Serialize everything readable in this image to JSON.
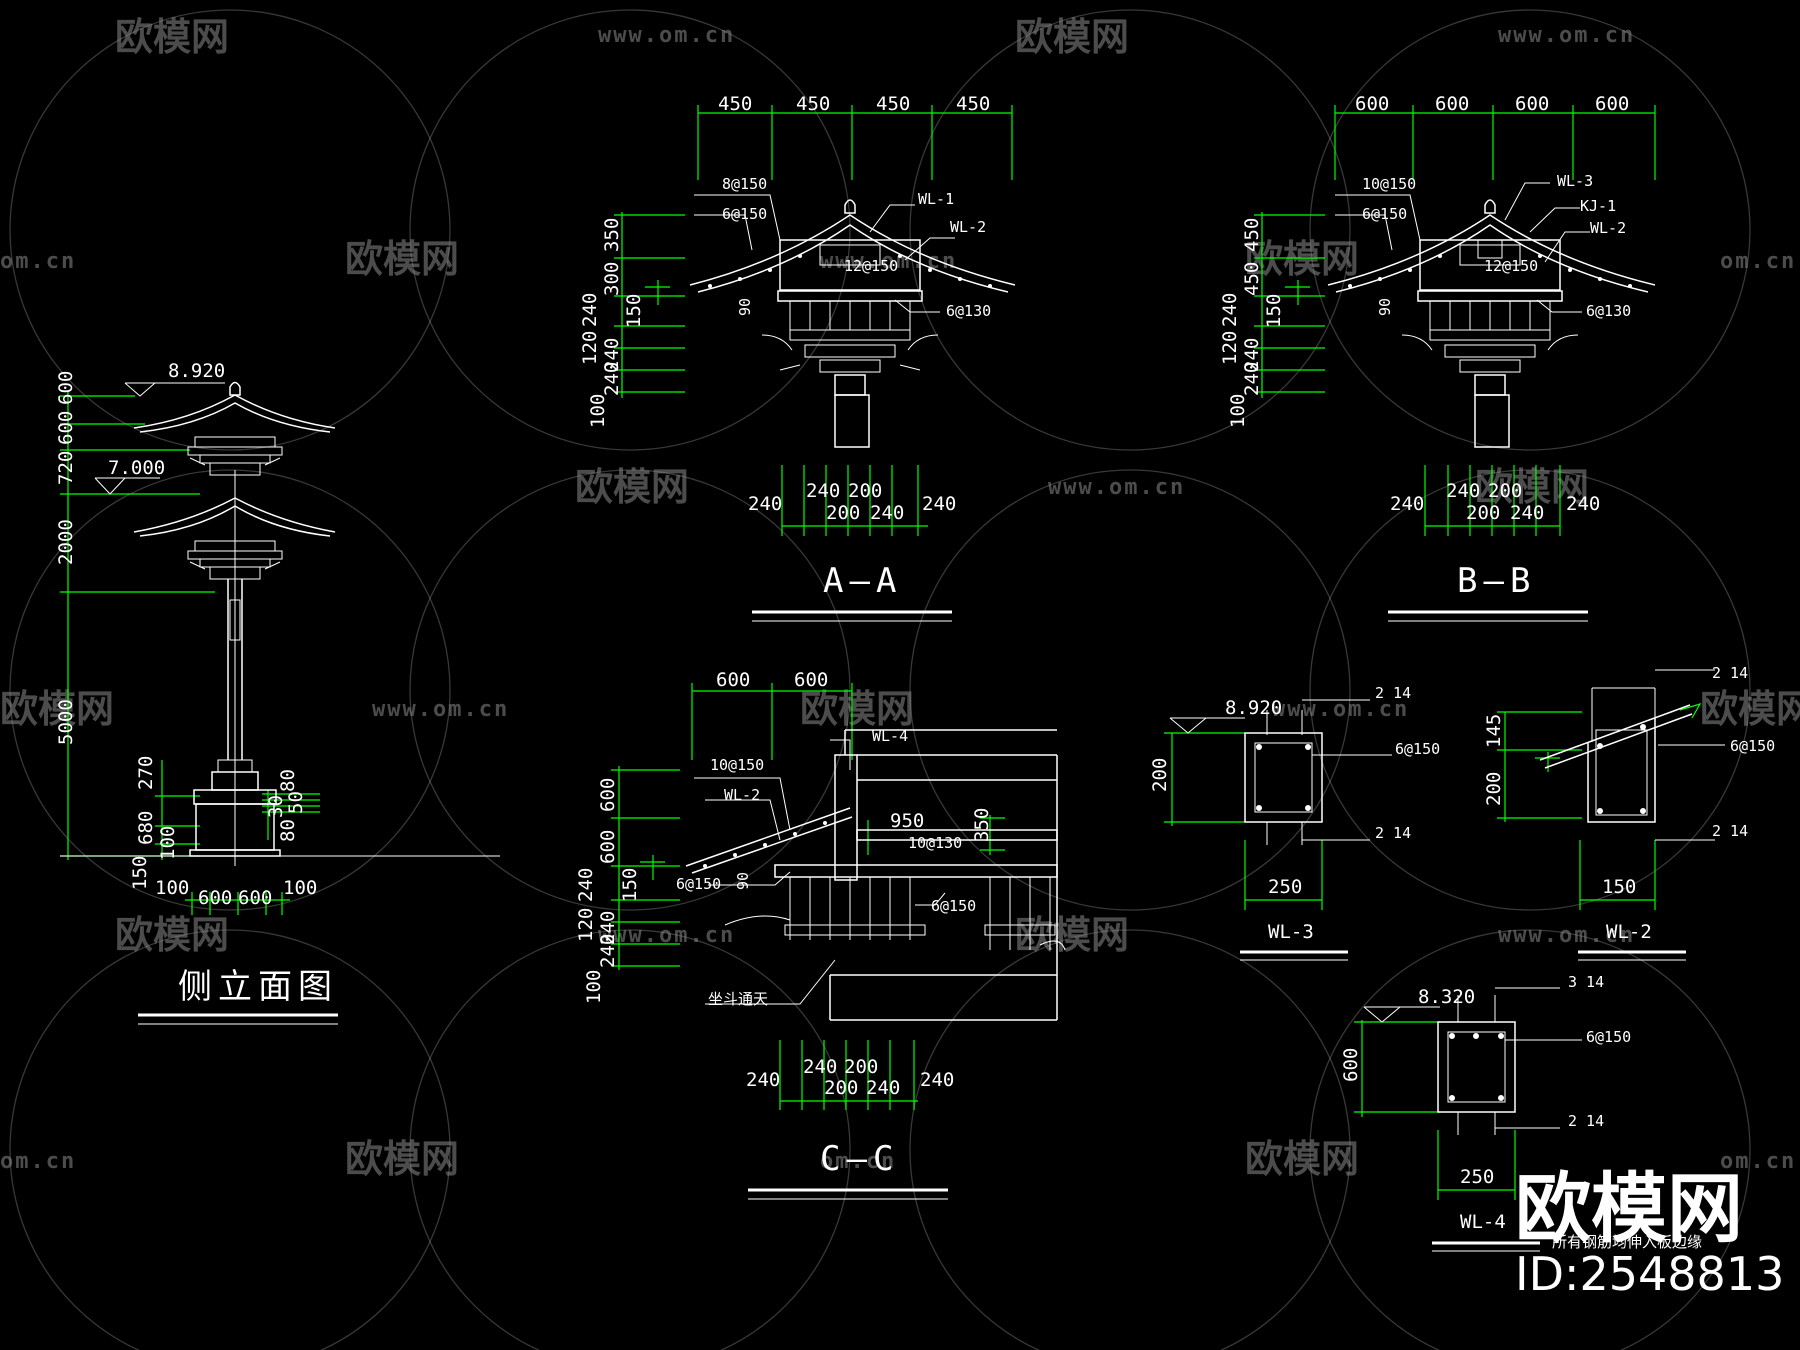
{
  "drawings": {
    "side": {
      "title": "侧立面图",
      "elev_top": "8.920",
      "elev_mid": "7.000",
      "left_dims": [
        "600",
        "600",
        "720",
        "2000",
        "5000",
        "270",
        "680",
        "100",
        "150"
      ],
      "right_dims": [
        "80",
        "50",
        "30",
        "80"
      ],
      "bottom_dims": [
        "100",
        "600",
        "600",
        "100"
      ]
    },
    "aa": {
      "title": "A—A",
      "top_dims": [
        "450",
        "450",
        "450",
        "450"
      ],
      "left_dims": [
        "350",
        "300",
        "240",
        "150",
        "120",
        "240",
        "240",
        "100"
      ],
      "notes": [
        "8@150",
        "6@150",
        "WL-1",
        "WL-2",
        "12@150",
        "6@130",
        "90"
      ],
      "bottom_row1": [
        "240",
        "240",
        "200",
        "240"
      ],
      "bottom_row2": [
        "200",
        "240"
      ]
    },
    "bb": {
      "title": "B—B",
      "top_dims": [
        "600",
        "600",
        "600",
        "600"
      ],
      "left_dims": [
        "450",
        "450",
        "240",
        "150",
        "120",
        "240",
        "240",
        "100"
      ],
      "notes": [
        "10@150",
        "6@150",
        "WL-3",
        "KJ-1",
        "WL-2",
        "12@150",
        "6@130",
        "90"
      ],
      "bottom_row1": [
        "240",
        "240",
        "200",
        "240"
      ],
      "bottom_row2": [
        "200",
        "240"
      ]
    },
    "cc": {
      "title": "C—C",
      "top_dims": [
        "600",
        "600"
      ],
      "left_dims": [
        "600",
        "600",
        "240",
        "150",
        "120",
        "240",
        "240",
        "100"
      ],
      "notes": [
        "WL-4",
        "10@150",
        "WL-2",
        "950",
        "10@130",
        "350",
        "6@150",
        "6@150",
        "90",
        "坐斗通天"
      ],
      "bottom_row1": [
        "240",
        "240",
        "200",
        "240"
      ],
      "bottom_row2": [
        "200",
        "240"
      ]
    },
    "wl3": {
      "title": "WL-3",
      "elev": "8.920",
      "top_rebar": "2  14",
      "stirrup": "6@150",
      "bottom_rebar": "2  14",
      "height": "200",
      "width": "250"
    },
    "wl2": {
      "title": "WL-2",
      "top_rebar": "2  14",
      "stirrup": "6@150",
      "bottom_rebar": "2  14",
      "height1": "145",
      "height2": "200",
      "width": "150"
    },
    "wl4": {
      "title": "WL-4",
      "elev": "8.320",
      "top_rebar": "3  14",
      "stirrup": "6@150",
      "bottom_rebar": "2  14",
      "height": "600",
      "width": "250",
      "note": "所有钢筋均伸入板边缘"
    }
  },
  "watermark": {
    "brand": "欧模网",
    "url": "www.om.cn",
    "partial_url": "om.cn"
  },
  "brand": {
    "name": "欧模网",
    "id": "ID:2548813"
  },
  "colors": {
    "background": "#000000",
    "line": "#ffffff",
    "dimension": "#00ff00",
    "watermark": "#8a8a8a"
  }
}
